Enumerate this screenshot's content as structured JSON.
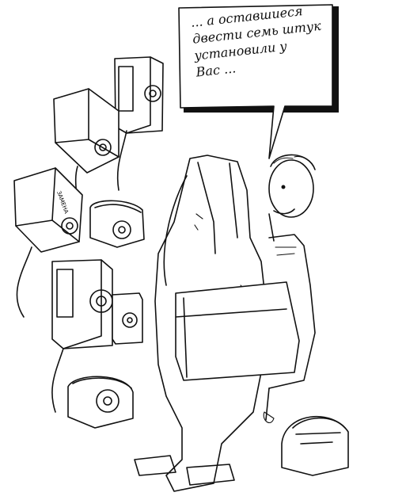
{
  "bubble": {
    "lines": [
      "... а оставшиеся",
      "двести семь штук",
      "установили у",
      "Вас ..."
    ]
  },
  "phone_label": "ЗАМЕНА",
  "colors": {
    "ink": "#111111",
    "paper": "#ffffff"
  }
}
